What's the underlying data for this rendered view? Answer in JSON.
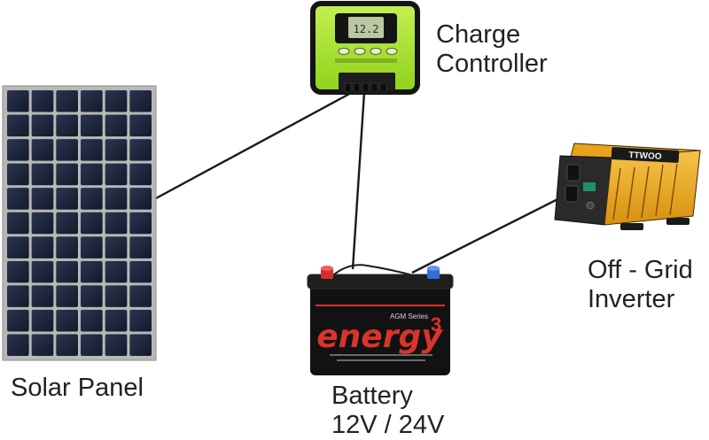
{
  "labels": {
    "solar_panel": "Solar Panel",
    "charge_controller": [
      "Charge",
      "Controller"
    ],
    "battery": [
      "Battery",
      "12V / 24V"
    ],
    "inverter": [
      "Off - Grid",
      "Inverter"
    ]
  },
  "devices": {
    "controller_display": "12.2",
    "battery_brand": "energy",
    "battery_series": "AGM Series",
    "battery_series_number": "3",
    "inverter_brand": "TTWOO"
  },
  "colors": {
    "wire": "#1a1a1a",
    "panel_frame": "#b8b8b8",
    "panel_cell": "#1c2536",
    "controller_body": "#a6e22e",
    "controller_trim": "#141414",
    "battery_body": "#121212",
    "battery_brand": "#d9342b",
    "inverter_body": "#f2b01e",
    "terminal_positive": "#d62e2e",
    "terminal_negative": "#2f6fd6"
  }
}
